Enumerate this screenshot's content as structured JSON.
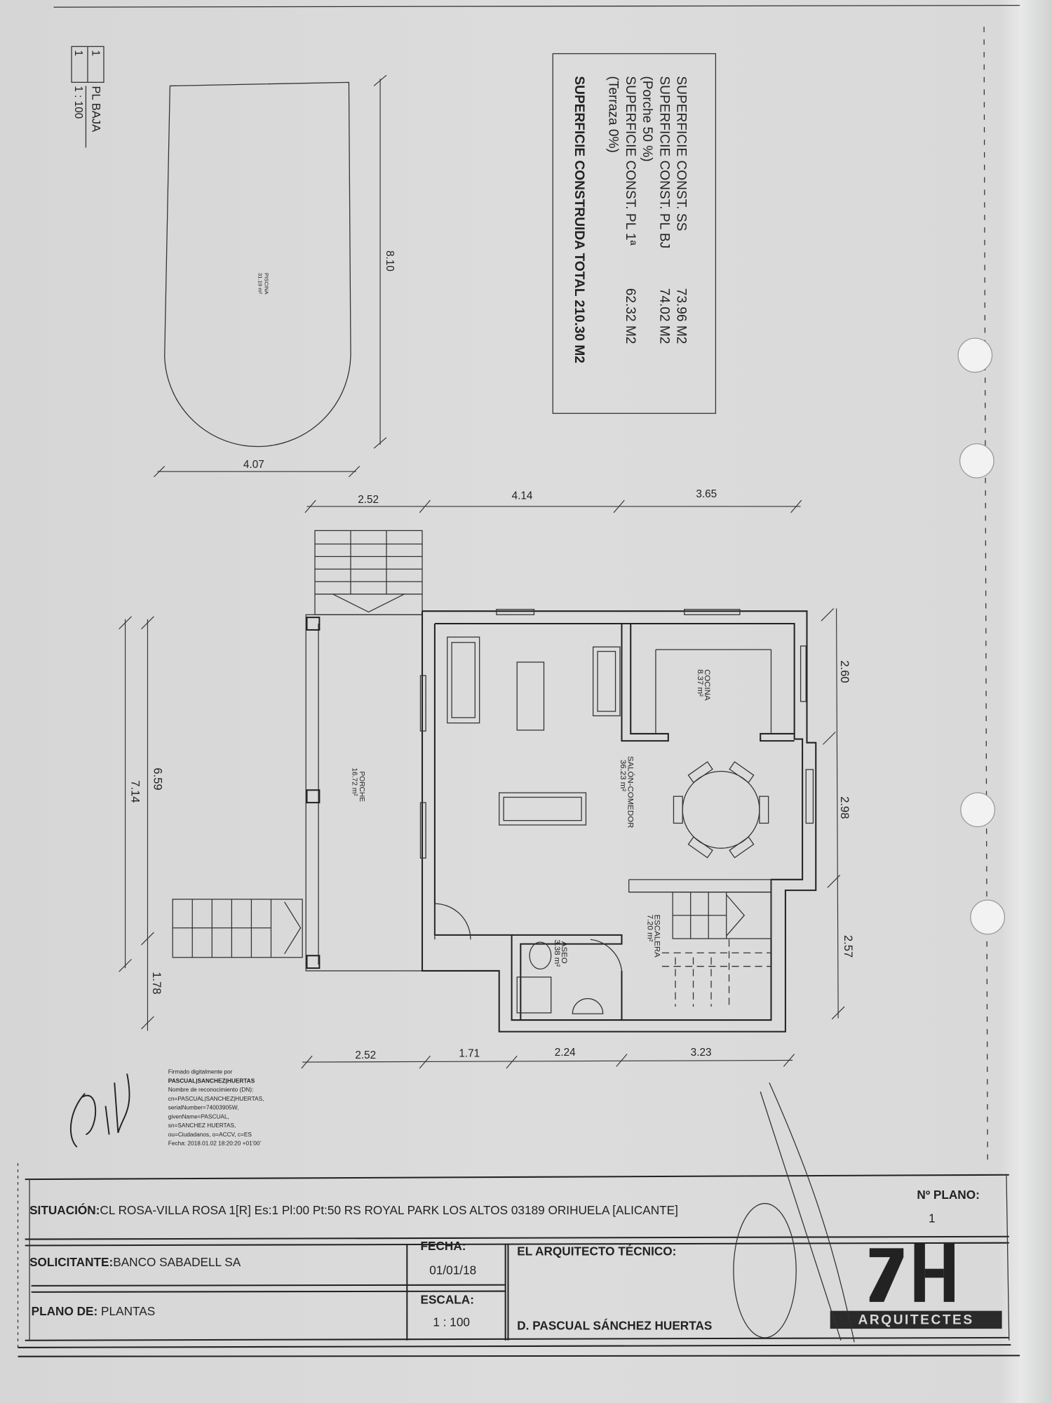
{
  "areas_box": {
    "lines": [
      {
        "label": "SUPERFICIE CONST. SS",
        "value": "73.96 M2"
      },
      {
        "label": "SUPERFICIE CONST. PL BJ",
        "value": "74.02 M2"
      },
      {
        "label": "(Porche 50 %)",
        "value": ""
      },
      {
        "label": "SUPERFICIE CONST. PL 1ª",
        "value": "62.32 M2"
      },
      {
        "label": "(Terraza 0%)",
        "value": ""
      }
    ],
    "total": "SUPERFICIE CONSTRUIDA TOTAL 210.30 M2"
  },
  "plan_label": {
    "title": "PL BAJA",
    "num_top": "1",
    "num_bottom": "1",
    "scale": "1 : 100"
  },
  "rooms": {
    "piscina": {
      "name": "PISCINA",
      "area": "31.19 m²"
    },
    "porche": {
      "name": "PORCHE",
      "area": "16.72 m²"
    },
    "salon": {
      "name": "SALÓN-COMEDOR",
      "area": "36.23 m²"
    },
    "cocina": {
      "name": "COCINA",
      "area": "8.37 m²"
    },
    "escalera": {
      "name": "ESCALERA",
      "area": "7.20 m²"
    },
    "aseo": {
      "name": "ASEO",
      "area": "3.38 m²"
    }
  },
  "dimensions": {
    "pool_length": "8.10",
    "pool_width": "4.07",
    "top": [
      "2.52",
      "4.14",
      "3.65"
    ],
    "bottom": [
      "2.52",
      "1.71",
      "2.24",
      "3.23"
    ],
    "right": [
      "2.60",
      "2.98",
      "2.57"
    ],
    "left_inner": "6.59",
    "left_outer": "7.14",
    "left_lower": "1.78"
  },
  "digital_signature": [
    "Firmado digitalmente por",
    "PASCUAL|SANCHEZ|HUERTAS",
    "Nombre de reconocimiento (DN):",
    "cn=PASCUAL|SANCHEZ|HUERTAS,",
    "serialNumber=74003905W,",
    "givenName=PASCUAL,",
    "sn=SANCHEZ HUERTAS,",
    "ou=Ciudadanos, o=ACCV, c=ES",
    "Fecha: 2018.01.02 18:20:20 +01'00'"
  ],
  "title_block": {
    "situacion_label": "SITUACIÓN:",
    "situacion_value": "CL ROSA-VILLA ROSA 1[R] Es:1 Pl:00 Pt:50 RS ROYAL PARK LOS ALTOS  03189 ORIHUELA [ALICANTE]",
    "plano_num_label": "Nº PLANO:",
    "plano_num_value": "1",
    "solicitante_label": "SOLICITANTE:",
    "solicitante_value": "BANCO SABADELL SA",
    "plano_de_label": "PLANO DE:",
    "plano_de_value": "PLANTAS",
    "fecha_label": "FECHA:",
    "fecha_value": "01/01/18",
    "escala_label": "ESCALA:",
    "escala_value": "1 : 100",
    "arquitecto_label": "EL ARQUITECTO TÉCNICO:",
    "arquitecto_name": "D. PASCUAL SÁNCHEZ HUERTAS",
    "logo_text": "ARQUITECTES"
  }
}
